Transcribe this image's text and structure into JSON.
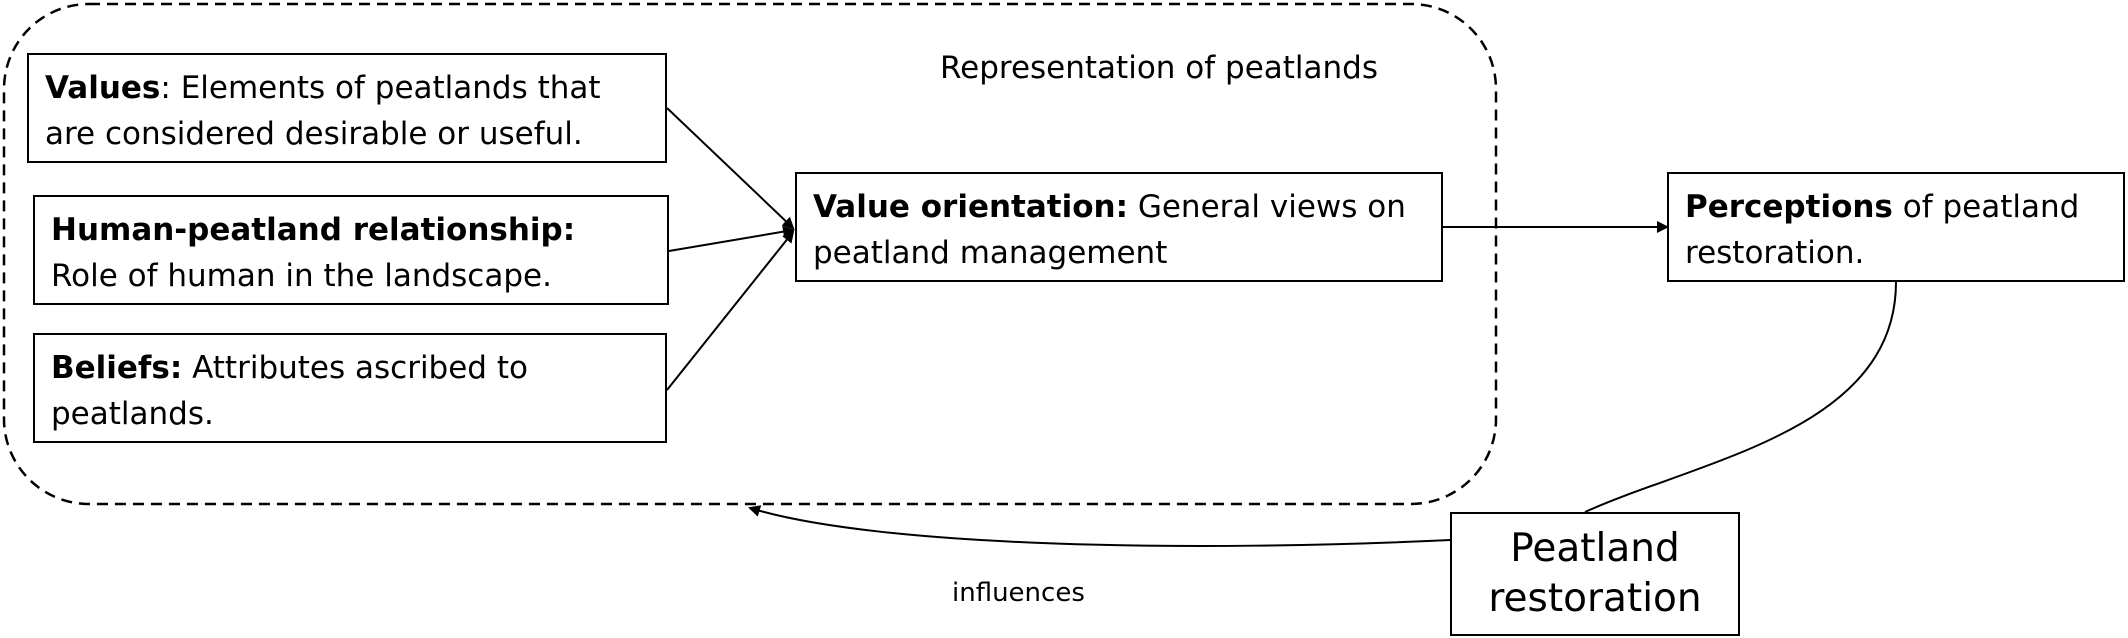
{
  "group": {
    "title": "Representation of peatlands"
  },
  "values_box": {
    "term": "Values",
    "text": ": Elements of peatlands that are considered desirable or useful."
  },
  "relationship_box": {
    "term": "Human-peatland relationship:",
    "text": " Role of human in the landscape."
  },
  "beliefs_box": {
    "term": "Beliefs:",
    "text": " Attributes ascribed to peatlands."
  },
  "orientation_box": {
    "term": "Value orientation:",
    "text": " General views on peatland management"
  },
  "perceptions_box": {
    "term": "Perceptions",
    "text": " of peatland restoration."
  },
  "restoration_box": {
    "line1": "Peatland",
    "line2": "restoration"
  },
  "edge_label": "influences"
}
